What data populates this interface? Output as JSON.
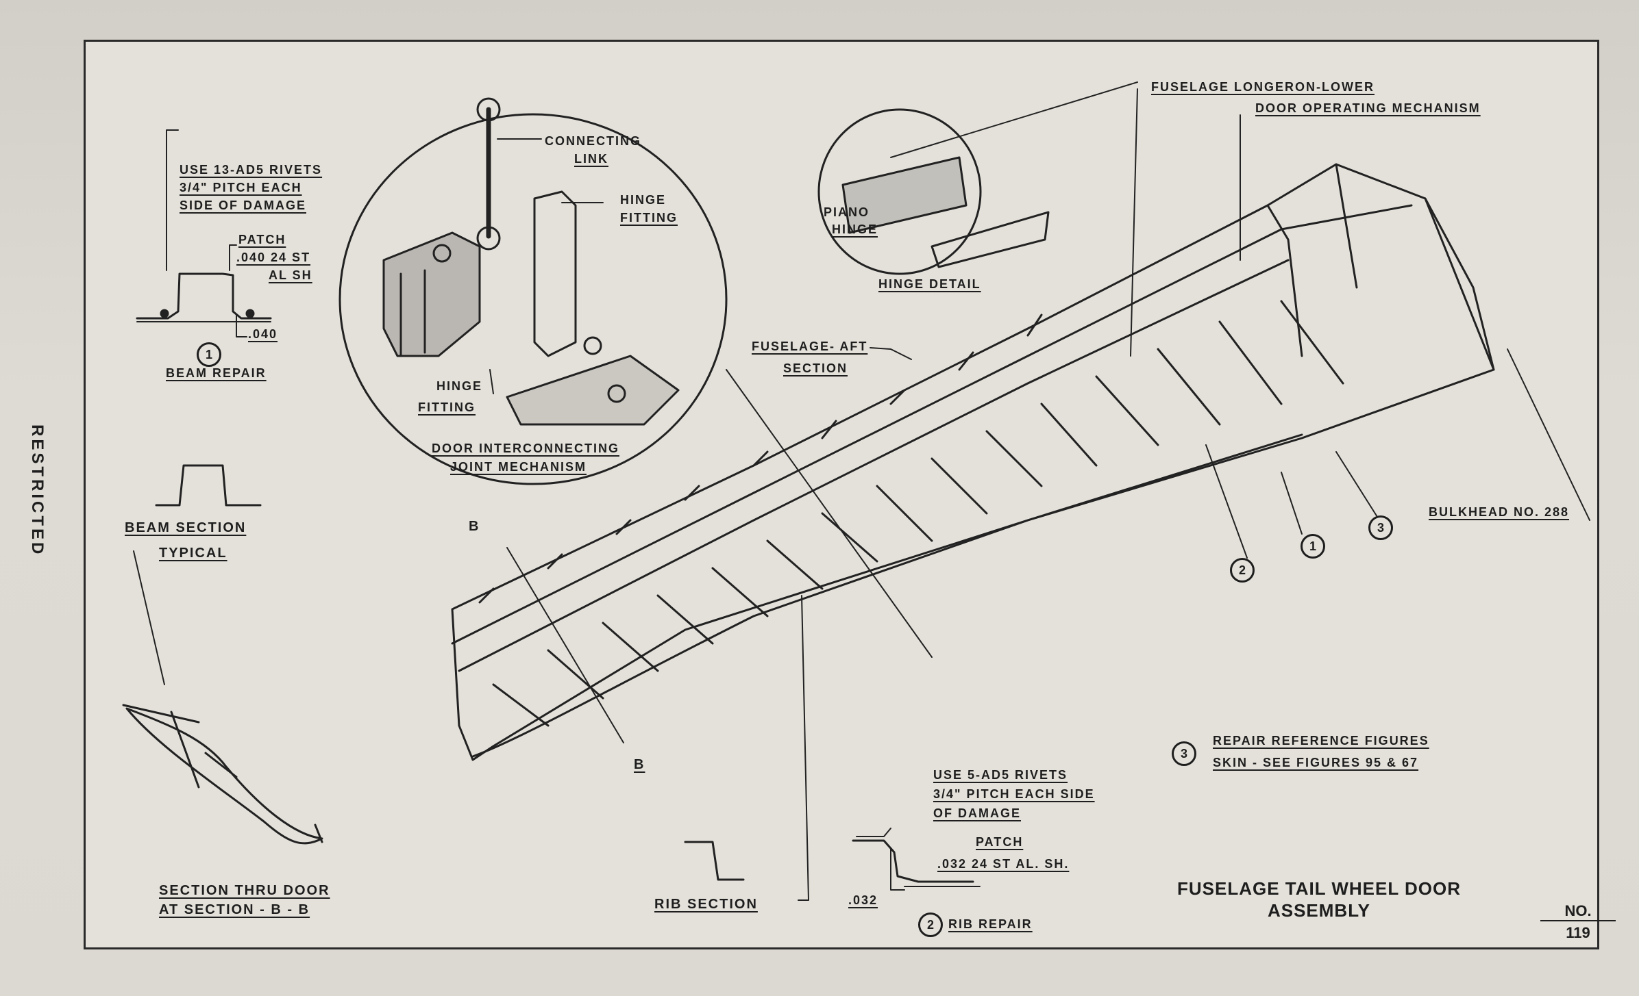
{
  "side_label": "RESTRICTED",
  "title": {
    "line1": "FUSELAGE TAIL WHEEL DOOR",
    "line2": "ASSEMBLY"
  },
  "figure": {
    "label": "NO.",
    "number": "119"
  },
  "beam_repair": {
    "rivets": [
      "USE 13-AD5 RIVETS",
      "3/4\" PITCH EACH",
      "SIDE OF DAMAGE"
    ],
    "patch": [
      "PATCH",
      ".040 24 ST",
      "AL SH"
    ],
    "thickness": ".040",
    "number": "1",
    "caption": "BEAM REPAIR"
  },
  "beam_section": [
    "BEAM SECTION",
    "TYPICAL"
  ],
  "section_door": [
    "SECTION THRU DOOR",
    "AT SECTION - B - B"
  ],
  "section_markers": {
    "top": "B",
    "bottom": "B"
  },
  "rib_section": "RIB SECTION",
  "rib_repair": {
    "rivets": [
      "USE 5-AD5 RIVETS",
      "3/4\" PITCH EACH SIDE",
      "OF DAMAGE"
    ],
    "patch": [
      "PATCH",
      ".032 24 ST AL. SH."
    ],
    "thickness": ".032",
    "number": "2",
    "caption": "RIB REPAIR"
  },
  "repair_ref": {
    "number": "3",
    "lines": [
      "REPAIR REFERENCE FIGURES",
      "SKIN - SEE FIGURES 95 & 67"
    ]
  },
  "mechanism": {
    "connecting_link": [
      "CONNECTING",
      "LINK"
    ],
    "hinge_fitting_right": [
      "HINGE",
      "FITTING"
    ],
    "hinge_fitting_left": [
      "HINGE",
      "FITTING"
    ],
    "caption": [
      "DOOR INTERCONNECTING",
      "JOINT MECHANISM"
    ]
  },
  "hinge_detail": {
    "piano": [
      "PIANO",
      "HINGE"
    ],
    "caption": "HINGE DETAIL"
  },
  "callouts": {
    "longeron": "FUSELAGE LONGERON-LOWER",
    "door_mech": "DOOR OPERATING MECHANISM",
    "aft_section": [
      "FUSELAGE- AFT",
      "SECTION"
    ],
    "bulkhead": "BULKHEAD NO. 288"
  },
  "ref_numbers": [
    "2",
    "1",
    "3"
  ]
}
